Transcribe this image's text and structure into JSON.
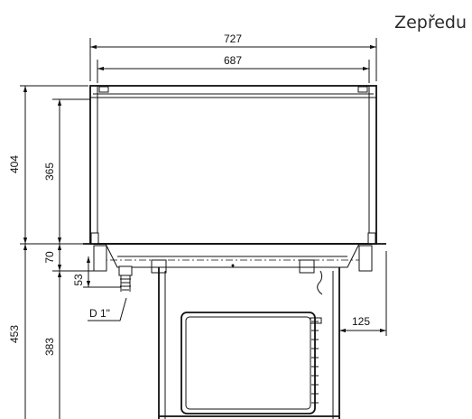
{
  "view_label": "Zepředu",
  "dimensions": {
    "overall_width": "727",
    "inner_width": "687",
    "upper_height": "404",
    "upper_inner_height": "365",
    "base_gap": "70",
    "pipe_offset": "53",
    "pipe_label": "D 1\"",
    "lower_height": "453",
    "lower_inner_height": "383",
    "side_offset": "125"
  }
}
